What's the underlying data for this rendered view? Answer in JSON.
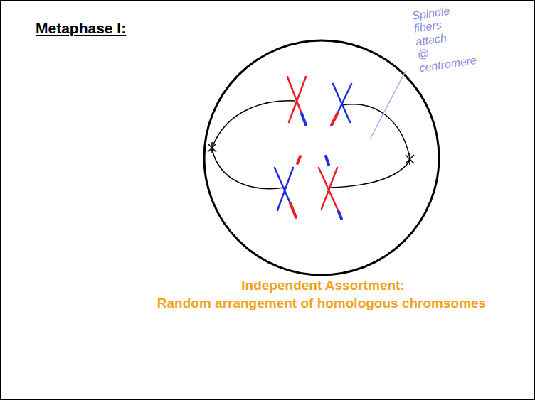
{
  "diagram": {
    "title": "Metaphase I:",
    "labels": [
      "Spindle fibers attach @ centromere",
      "Independent Assortment:",
      "Random arrangement of homologous chromsomes"
    ]
  }
}
